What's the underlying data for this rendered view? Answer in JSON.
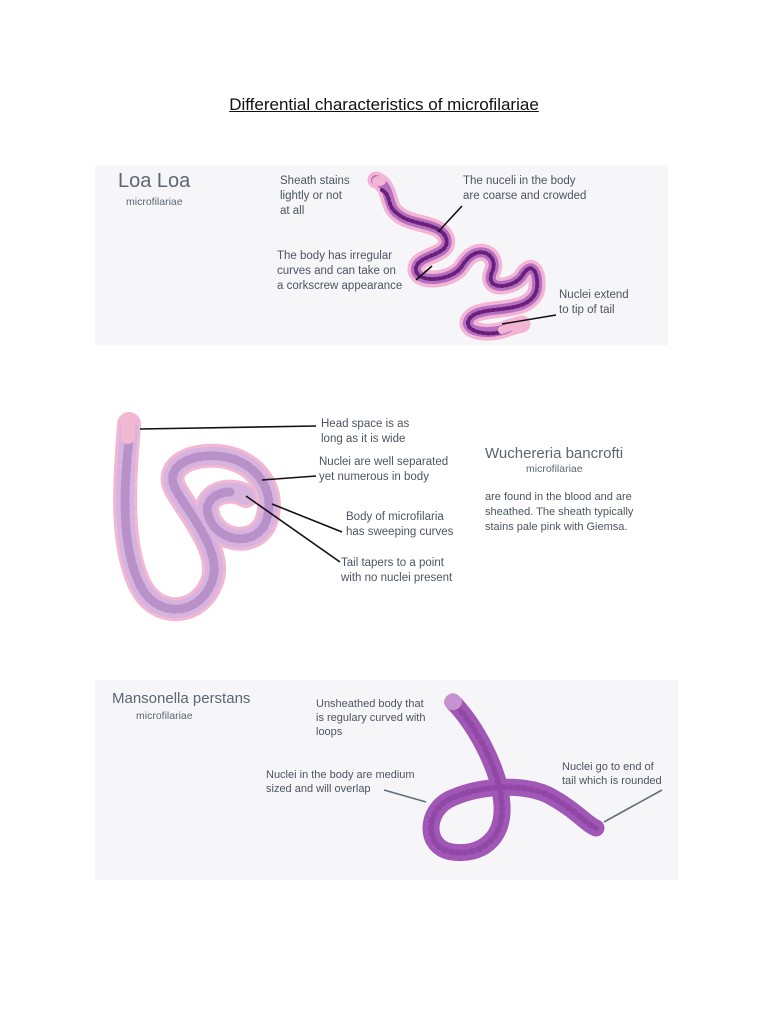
{
  "page": {
    "title": "Differential characteristics of microfilariae"
  },
  "loa_loa": {
    "name": "Loa Loa",
    "subtitle": "microfilariae",
    "note_sheath": "Sheath stains\nlightly or not\nat all",
    "note_nuclei": "The nuceli in the body\nare coarse and crowded",
    "note_body": "The body has irregular\ncurves and can take on\na corkscrew appearance",
    "note_tail": "Nuclei extend\nto tip of tail",
    "colors": {
      "body": "#b56fc0",
      "nuclei": "#6a1f7a",
      "sheath": "#f4b5d5"
    }
  },
  "wuchereria": {
    "name": "Wuchereria bancrofti",
    "subtitle": "microfilariae",
    "description": "are found in the blood and are\nsheathed. The sheath typically\nstains pale pink with Giemsa.",
    "note_head": "Head space is as\nlong as it is wide",
    "note_nuclei": "Nuclei are well separated\nyet numerous in body",
    "note_curves": "Body of microfilaria\nhas sweeping curves",
    "note_tail": "Tail tapers to a point\nwith no nuclei present",
    "colors": {
      "body": "#d7b3e0",
      "sheath": "#f2b8d2",
      "nuclei": "#b891c8"
    }
  },
  "mansonella": {
    "name": "Mansonella perstans",
    "subtitle": "microfilariae",
    "note_unsheathed": "Unsheathed body that\nis regulary curved with\nloops",
    "note_nuclei": "Nuclei in the body are medium\nsized and will overlap",
    "note_tail": "Nuclei go to end of\ntail which is rounded",
    "colors": {
      "body": "#a157b6",
      "tip": "#c692cf"
    }
  }
}
